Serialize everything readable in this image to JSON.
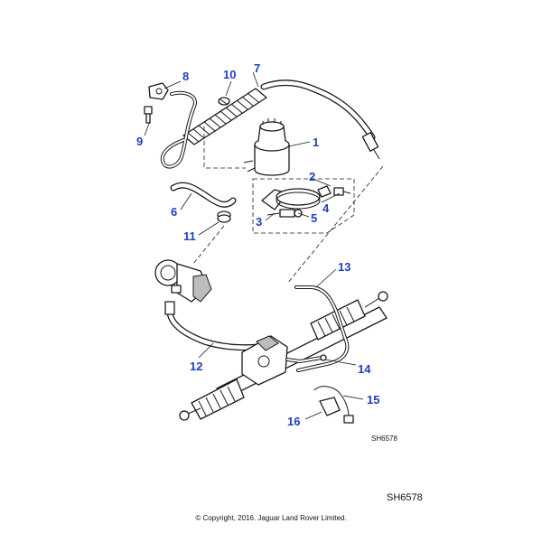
{
  "callouts": {
    "c1": "1",
    "c2": "2",
    "c3": "3",
    "c4": "4",
    "c5": "5",
    "c6": "6",
    "c7": "7",
    "c8": "8",
    "c9": "9",
    "c10": "10",
    "c11": "11",
    "c12": "12",
    "c13": "13",
    "c14": "14",
    "c15": "15",
    "c16": "16"
  },
  "diagram_code": "SH6578",
  "sheet_code": "SH6578",
  "copyright": "© Copyright, 2016. Jaguar Land Rover Limited.",
  "colors": {
    "callout": "#1f3fbf",
    "ink": "#1a1a1a"
  }
}
